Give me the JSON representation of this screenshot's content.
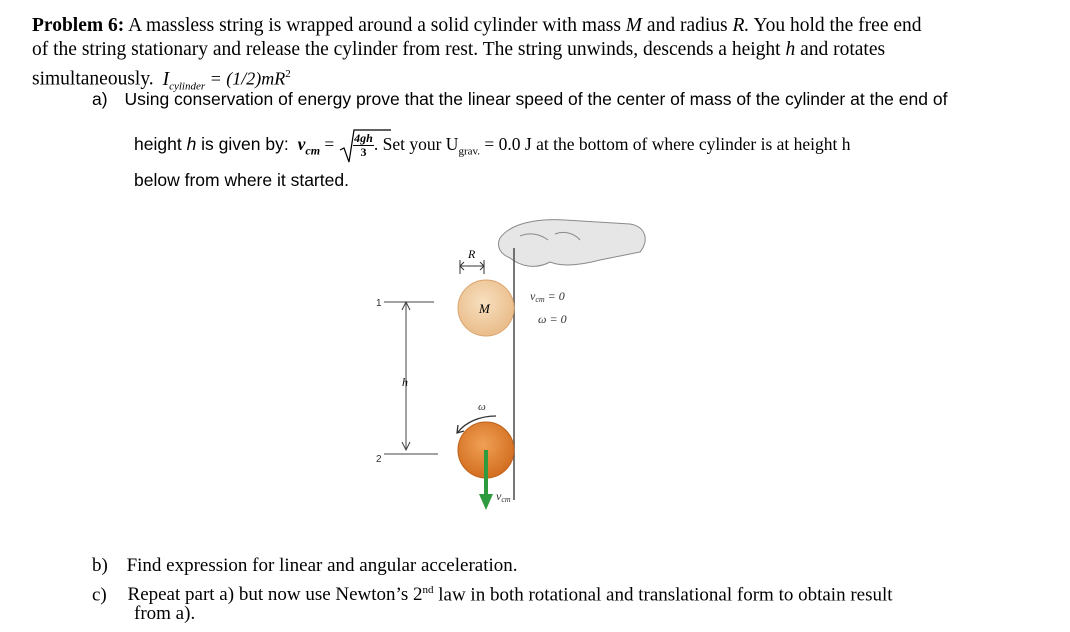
{
  "problem": {
    "heading": "Problem 6:",
    "line1_rest_a": "A massless string is wrapped around a solid cylinder with mass",
    "M": "M",
    "line1_rest_b": "and radius",
    "R": "R.",
    "line1_rest_c": "You hold the free end",
    "line2": "of the string stationary and release the cylinder from rest. The string unwinds, descends a height",
    "h": "h",
    "line2_end": "and rotates",
    "line3": "simultaneously.",
    "inertia_I": "I",
    "inertia_sub": "cylinder",
    "inertia_rest": " = (1/2)mR",
    "inertia_sup": "2"
  },
  "part_a": {
    "label": "a)",
    "line1": "Using conservation of energy prove that the linear speed of the center of mass of the cylinder at the end of",
    "line2_a": "height",
    "line2_h": "h",
    "line2_b": "is given by:",
    "vcm": "v",
    "vcm_sub": "cm",
    "eq": " =",
    "frac_num": "4gh",
    "frac_den": "3",
    "after_frac": ". Set your U",
    "ugrav_sub": "grav.",
    "line2_c": " = 0.0 J at the bottom of where cylinder is at height h",
    "line3": "below from where it started."
  },
  "figure": {
    "label_R": "R",
    "label_M": "M",
    "label_h": "h",
    "label_1": "1",
    "label_2": "2",
    "label_vcm0": "v",
    "label_vcm0_sub": "cm",
    "label_vcm0_val": " = 0",
    "label_w0": "ω = 0",
    "label_w": "ω",
    "label_vcm": "v",
    "label_vcm_sub": "cm"
  },
  "part_b": {
    "label": "b)",
    "text": "Find expression for linear and angular acceleration."
  },
  "part_c": {
    "label": "c)",
    "text_a": "Repeat part a) but now use Newton’s 2",
    "sup": "nd",
    "text_b": " law in both rotational and translational form to obtain result",
    "line2": "from a)."
  },
  "colors": {
    "cylinder_top": "#f2cfa4",
    "cylinder_bottom": "#e58a2f",
    "arrow_green": "#2e9b3e"
  }
}
